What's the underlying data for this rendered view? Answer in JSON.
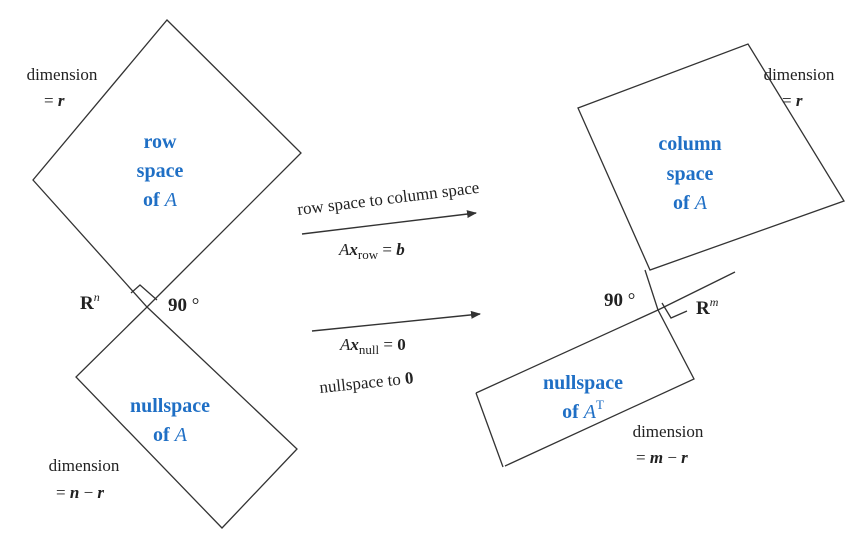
{
  "colors": {
    "line": "#333333",
    "accent": "#1f6fc5",
    "text": "#222222"
  },
  "left": {
    "dimension_label": "dimension",
    "dimension_value": "r",
    "row_space": {
      "line1": "row",
      "line2": "space",
      "line3_of": "of",
      "line3_var": "A"
    },
    "space_symbol": "R",
    "space_exponent": "n",
    "right_angle": "90",
    "degree": "°",
    "nullspace": {
      "line1": "nullspace",
      "line2_of": "of",
      "line2_var": "A"
    },
    "null_dimension_label": "dimension",
    "null_dimension_n": "n",
    "null_dimension_minus": "−",
    "null_dimension_r": "r"
  },
  "middle": {
    "top_caption": "row space to column space",
    "top_eq_A": "A",
    "top_eq_x": "x",
    "top_eq_sub": "row",
    "top_eq_rhs": "b",
    "bottom_eq_A": "A",
    "bottom_eq_x": "x",
    "bottom_eq_sub": "null",
    "bottom_eq_rhs": "0",
    "bottom_caption": "nullspace to",
    "bottom_caption_zero": "0",
    "equals": "="
  },
  "right": {
    "dimension_label": "dimension",
    "dimension_value": "r",
    "column_space": {
      "line1": "column",
      "line2": "space",
      "line3_of": "of",
      "line3_var": "A"
    },
    "right_angle": "90",
    "degree": "°",
    "space_symbol": "R",
    "space_exponent": "m",
    "left_nullspace": {
      "line1": "nullspace",
      "line2_of": "of",
      "line2_var": "A",
      "line2_sup": "T"
    },
    "null_dimension_label": "dimension",
    "null_dimension_m": "m",
    "null_dimension_minus": "−",
    "null_dimension_r": "r"
  }
}
